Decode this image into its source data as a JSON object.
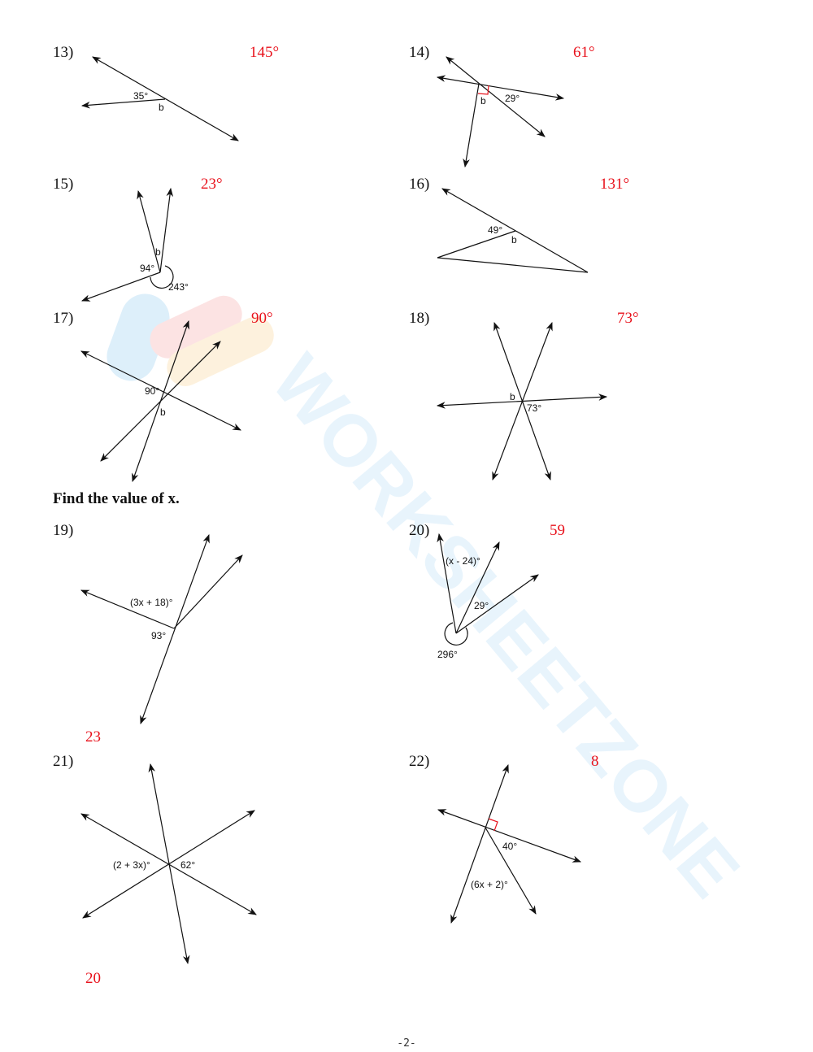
{
  "section_heading": "Find the value of x.",
  "page_number": "-2-",
  "watermark_text": "WORKSHEETZONE",
  "colors": {
    "answer": "#e8111b",
    "right_angle_mark": "#e8111b",
    "line": "#111111"
  },
  "problems": [
    {
      "number": "13)",
      "answer": "145°",
      "labels": [
        "35°",
        "b"
      ]
    },
    {
      "number": "14)",
      "answer": "61°",
      "labels": [
        "b",
        "29°"
      ],
      "right_angle": true
    },
    {
      "number": "15)",
      "answer": "23°",
      "labels": [
        "b",
        "94°",
        "243°"
      ]
    },
    {
      "number": "16)",
      "answer": "131°",
      "labels": [
        "49°",
        "b"
      ]
    },
    {
      "number": "17)",
      "answer": "90°",
      "labels": [
        "90°",
        "b"
      ]
    },
    {
      "number": "18)",
      "answer": "73°",
      "labels": [
        "b",
        "73°"
      ]
    },
    {
      "number": "19)",
      "answer": "23",
      "labels": [
        "(3x + 18)°",
        "93°"
      ]
    },
    {
      "number": "20)",
      "answer": "59",
      "labels": [
        "(x - 24)°",
        "29°",
        "296°"
      ]
    },
    {
      "number": "21)",
      "answer": "20",
      "labels": [
        "(2 + 3x)°",
        "62°"
      ]
    },
    {
      "number": "22)",
      "answer": "8",
      "labels": [
        "40°",
        "(6x + 2)°"
      ],
      "right_angle": true
    }
  ]
}
